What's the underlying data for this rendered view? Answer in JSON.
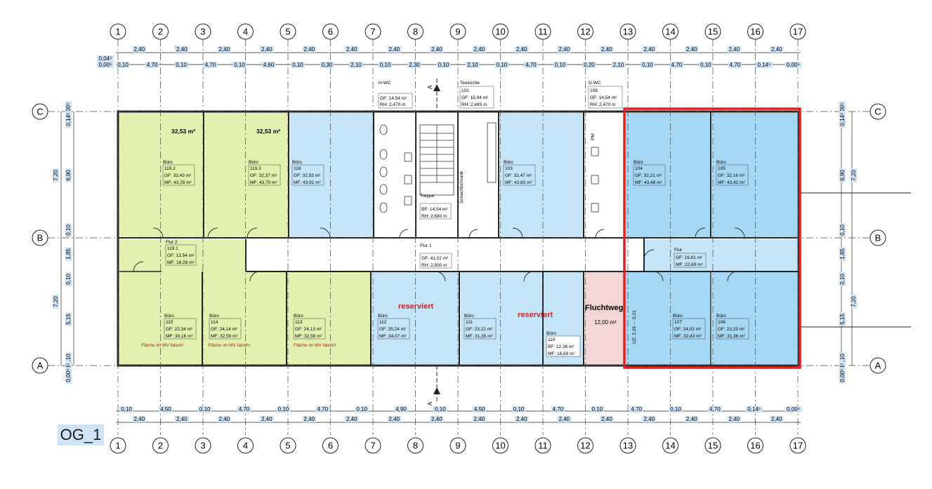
{
  "floor_label": "OG_1",
  "axes": [
    "1",
    "2",
    "3",
    "4",
    "5",
    "6",
    "7",
    "8",
    "9",
    "10",
    "11",
    "12",
    "13",
    "14",
    "15",
    "16",
    "17"
  ],
  "rows": [
    "C",
    "B",
    "A"
  ],
  "dims": {
    "grid": [
      "2,40",
      "2,40",
      "2,40",
      "2,40",
      "2,40",
      "2,40",
      "2,40",
      "2,40",
      "2,40",
      "2,40",
      "2,40",
      "2,40",
      "2,40",
      "2,40",
      "2,40",
      "2,40"
    ],
    "top_sub": [
      "0,10",
      "4,70",
      "0,10",
      "4,70",
      "0,10",
      "4,60",
      "0,10",
      "0,30",
      "2,10",
      "0,10",
      "2,30",
      "0,10",
      "2,10",
      "0,10",
      "4,70",
      "0,10",
      "0,20",
      "2,10",
      "0,10",
      "4,70",
      "0,10",
      "4,70",
      "0,14⁵",
      "0,00⁵"
    ],
    "bottom_sub": [
      "0,10",
      "4,50",
      "0,10",
      "4,70",
      "0,10",
      "4,70",
      "0,10",
      "4,90",
      "0,10",
      "4,50",
      "0,10",
      "4,70",
      "0,10",
      "4,70",
      "0,10",
      "4,70",
      "0,14⁵",
      "0,00⁵"
    ],
    "edge_top": "0,04⁵",
    "edge_top2": "0,00⁵",
    "left": [
      "0,00⁵",
      "0,14⁵",
      "6,90",
      "0,10",
      "1,85",
      "0,10",
      "5,15",
      "0,10",
      "0,04⁵",
      "0,00⁵"
    ],
    "left_total": [
      "7,20",
      "7,20"
    ],
    "right": [
      "0,00⁵",
      "0,14⁵",
      "6,90",
      "0,10",
      "1,85",
      "0,10",
      "5,15",
      "0,10",
      "0,04⁵",
      "0,00⁵"
    ],
    "right_total": [
      "7,20",
      "7,20"
    ]
  },
  "rooms": {
    "r1192": {
      "area_big": "32,53 m²",
      "name": "Büro",
      "num": "119.2",
      "gf": "GF: 32,43 m²",
      "mf": "MF: 43,78 m²"
    },
    "r1193": {
      "area_big": "32,53 m²",
      "name": "Büro",
      "num": "119.3",
      "gf": "GF: 32,37 m²",
      "mf": "MF: 43,70 m²"
    },
    "r118": {
      "name": "Büro",
      "num": "118",
      "gf": "GF: 32,53 m²",
      "mf": "MF: 43,92 m²"
    },
    "r103": {
      "name": "Büro",
      "num": "103",
      "gf": "GF: 32,47 m²",
      "mf": "MF: 43,83 m²"
    },
    "r104": {
      "name": "Büro",
      "num": "104",
      "gf": "GF: 32,21 m²",
      "mf": "MF: 43,48 m²"
    },
    "r105": {
      "name": "Büro",
      "num": "105",
      "gf": "GF: 32,16 m²",
      "mf": "MF: 43,42 m²"
    },
    "r1191": {
      "name": "Flur 2",
      "num": "119.1",
      "gf": "GF: 13,54 m²",
      "mf": "MF: 18,28 m²"
    },
    "flur1": {
      "name": "Flur 1",
      "gf": "GF: 41,02 m²",
      "rh": "RH: 2,500 m"
    },
    "flur": {
      "name": "Flur",
      "gf": "GF: 16,81 m²",
      "mf": "MF: 22,69 m²"
    },
    "treppe": {
      "name": "Treppe",
      "bf": "BF: 14,54 m²",
      "rh": "RH: 2,680 m"
    },
    "hwc": {
      "name": "H-WC",
      "gf": "GF: 14,54 m²",
      "rh": "RH: 2,470 m"
    },
    "tee": {
      "name": "Teeküche",
      "num": "102",
      "gf": "GF: 15,94 m²",
      "rh": "RH: 2,485 m"
    },
    "dwc": {
      "name": "D-WC",
      "num": "108",
      "gf": "GF: 14,54 m²",
      "rh": "RH: 2,470 m"
    },
    "r115": {
      "name": "Büro",
      "num": "115",
      "gf": "GF: 22,34 m²",
      "mf": "MF: 30,16 m²",
      "warn": "Fläche im MV falsch!"
    },
    "r114": {
      "name": "Büro",
      "num": "114",
      "gf": "GF: 24,14 m²",
      "mf": "MF: 32,59 m²",
      "warn": "Fläche im MV falsch!"
    },
    "r113": {
      "name": "Büro",
      "num": "113",
      "gf": "GF: 24,13 m²",
      "mf": "MF: 32,58 m²",
      "warn": "Fläche im MV falsch!"
    },
    "r112": {
      "reserved": "reserviert",
      "name": "Büro",
      "num": "112",
      "gf": "GF: 25,24 m²",
      "mf": "MF: 34,07 m²"
    },
    "r111": {
      "reserved": "reserviert",
      "name": "Büro",
      "num": "111",
      "gf": "GF: 23,22 m²",
      "mf": "MF: 31,35 m²"
    },
    "r110": {
      "name": "Büro",
      "num": "110",
      "bf": "BF: 12,36 m²",
      "mf": "MF: 16,69 m²"
    },
    "flucht": {
      "name": "Fluchtweg",
      "area": "12,00 m²"
    },
    "r107": {
      "name": "Büro",
      "num": "107",
      "gf": "GF: 24,02 m²",
      "mf": "MF: 32,43 m²"
    },
    "r106": {
      "name": "Büro",
      "num": "106",
      "gf": "GF: 23,23 m²",
      "mf": "MF: 31,36 m²"
    },
    "uz": "UZ: 2,29 ← 0,21",
    "schacht": "Schachtschrank",
    "pm": "PM"
  },
  "section_marker": "A",
  "colors": {
    "green": "#e2f0b0",
    "blue": "#c4e4f8",
    "blue_strong": "#a6d8f5",
    "pink": "#f4d6d6",
    "highlight_red": "#e02020",
    "reserved_red": "#c62828",
    "dim_highlight": "#cfe3f7"
  }
}
